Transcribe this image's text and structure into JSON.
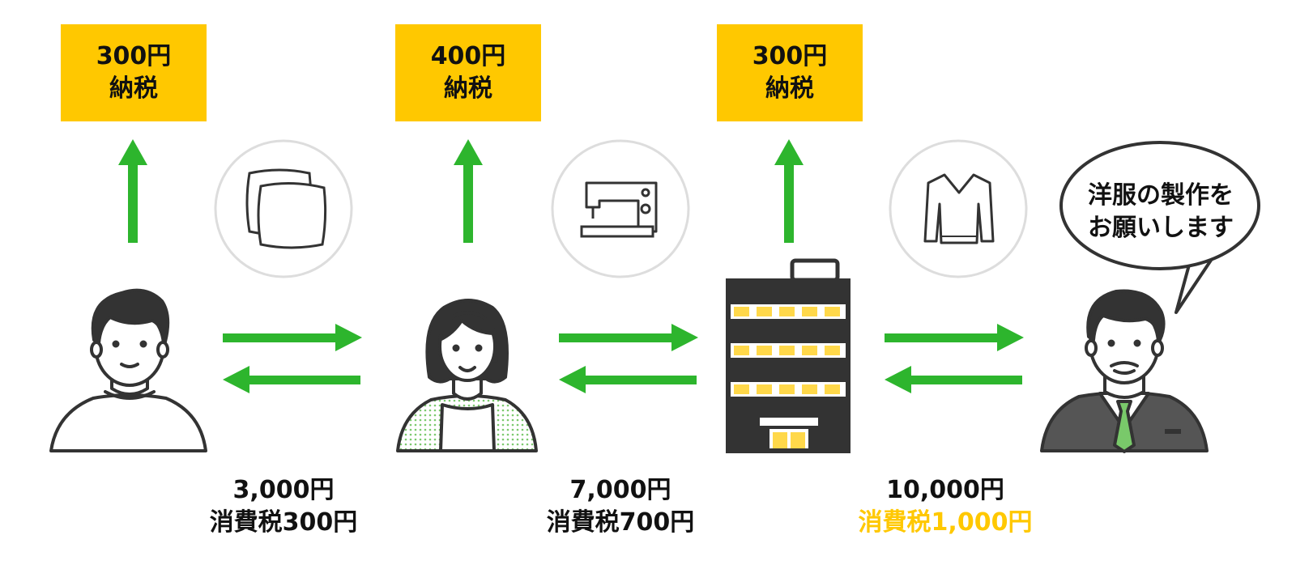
{
  "tax_boxes": [
    {
      "amount": "300円",
      "label": "納税"
    },
    {
      "amount": "400円",
      "label": "納税"
    },
    {
      "amount": "300円",
      "label": "納税"
    }
  ],
  "transactions": [
    {
      "price": "3,000円",
      "tax": "消費税300円"
    },
    {
      "price": "7,000円",
      "tax": "消費税700円"
    },
    {
      "price": "10,000円",
      "tax": "消費税1,000円"
    }
  ],
  "speech_bubble": {
    "line1": "洋服の製作を",
    "line2": "お願いします"
  },
  "colors": {
    "arrow_green": "#2db52d",
    "tax_yellow": "#ffc800",
    "ink": "#333333",
    "circle_gray": "#dddddd",
    "tie_green": "#79c96a"
  },
  "icons": [
    "fabric-icon",
    "sewing-machine-icon",
    "sweater-icon",
    "factory-building-icon"
  ]
}
